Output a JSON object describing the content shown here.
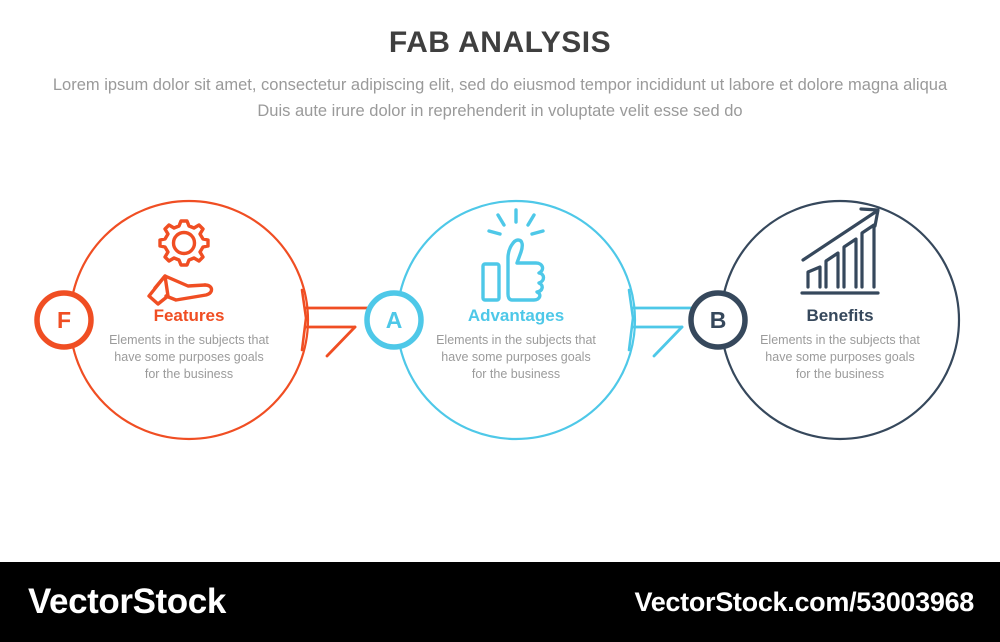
{
  "header": {
    "title": "FAB ANALYSIS",
    "subtitle_line1": "Lorem ipsum dolor sit amet, consectetur adipiscing elit, sed do eiusmod tempor incididunt ut labore",
    "subtitle_line2": "et dolore magna aliqua Duis aute irure dolor in reprehenderit in voluptate velit esse sed do"
  },
  "colors": {
    "features": "#f04e23",
    "advantages": "#4ec8e8",
    "benefits": "#36485c",
    "title_text": "#3f3f3f",
    "body_text": "#9b9b9b",
    "background": "#ffffff",
    "footer_background": "#000000"
  },
  "nodes": [
    {
      "badge": "F",
      "title": "Features",
      "icon": "gear-in-hand-icon",
      "color": "#f04e23",
      "desc_line1": "Elements in the subjects that",
      "desc_line2": "have  some purposes goals",
      "desc_line3": "for the  business"
    },
    {
      "badge": "A",
      "title": "Advantages",
      "icon": "thumbs-up-icon",
      "color": "#4ec8e8",
      "desc_line1": "Elements in the subjects that",
      "desc_line2": "have  some purposes goals",
      "desc_line3": "for the  business"
    },
    {
      "badge": "B",
      "title": "Benefits",
      "icon": "growth-bar-chart-icon",
      "color": "#36485c",
      "desc_line1": "Elements in the subjects that",
      "desc_line2": "have  some purposes goals",
      "desc_line3": "for the  business"
    }
  ],
  "connectors": [
    {
      "name": "arrow-features-to-advantages",
      "color": "#f04e23"
    },
    {
      "name": "arrow-advantages-to-benefits",
      "color": "#4ec8e8"
    }
  ],
  "footer": {
    "wordmark": "VectorStock",
    "url": "VectorStock.com/53003968"
  }
}
